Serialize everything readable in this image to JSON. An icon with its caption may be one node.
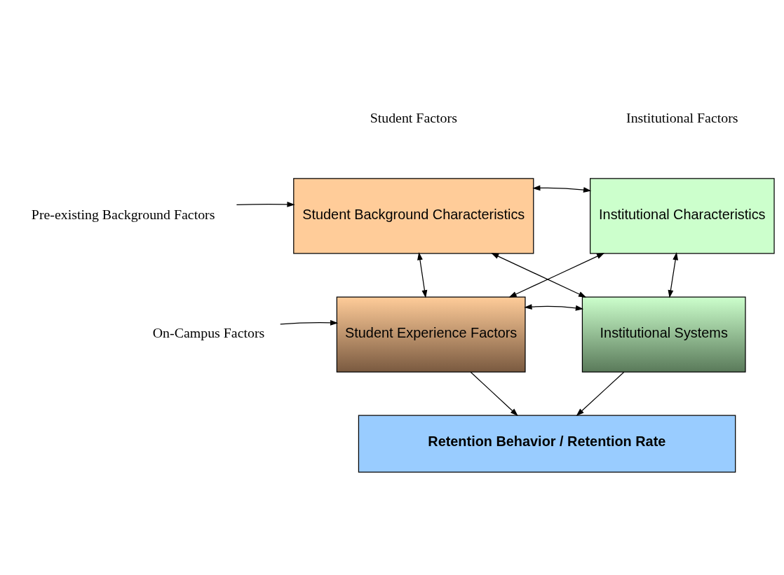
{
  "diagram": {
    "nodes": [
      {
        "text": [
          "Pre-existing Background Factors"
        ]
      },
      {
        "text": [
          "Student Background Characteristics"
        ]
      },
      {
        "text": [
          "Institutional Characteristics"
        ]
      },
      {
        "text": [
          "On-Campus Factors"
        ]
      },
      {
        "text": [
          "Student Experience Factors"
        ]
      },
      {
        "text": [
          "Institutional Systems"
        ]
      },
      {
        "text": [
          "Retention Behavior / Retention Rate"
        ]
      }
    ],
    "edges": [
      {
        "from": 0,
        "to": 1,
        "arrow": "to"
      },
      {
        "from": 1,
        "to": 2,
        "arrow": "both"
      },
      {
        "from": 1,
        "to": 4,
        "arrow": "both"
      },
      {
        "from": 2,
        "to": 5,
        "arrow": "both"
      },
      {
        "from": 1,
        "to": 5,
        "arrow": "both"
      },
      {
        "from": 4,
        "to": 2,
        "arrow": "both"
      },
      {
        "from": 3,
        "to": 4,
        "arrow": "to"
      },
      {
        "from": 4,
        "to": 5,
        "arrow": "both"
      },
      {
        "from": 4,
        "to": 6,
        "arrow": "to"
      },
      {
        "from": 5,
        "to": 6,
        "arrow": "to"
      }
    ],
    "labels": [
      "Student Factors",
      "Institutional Factors"
    ]
  }
}
